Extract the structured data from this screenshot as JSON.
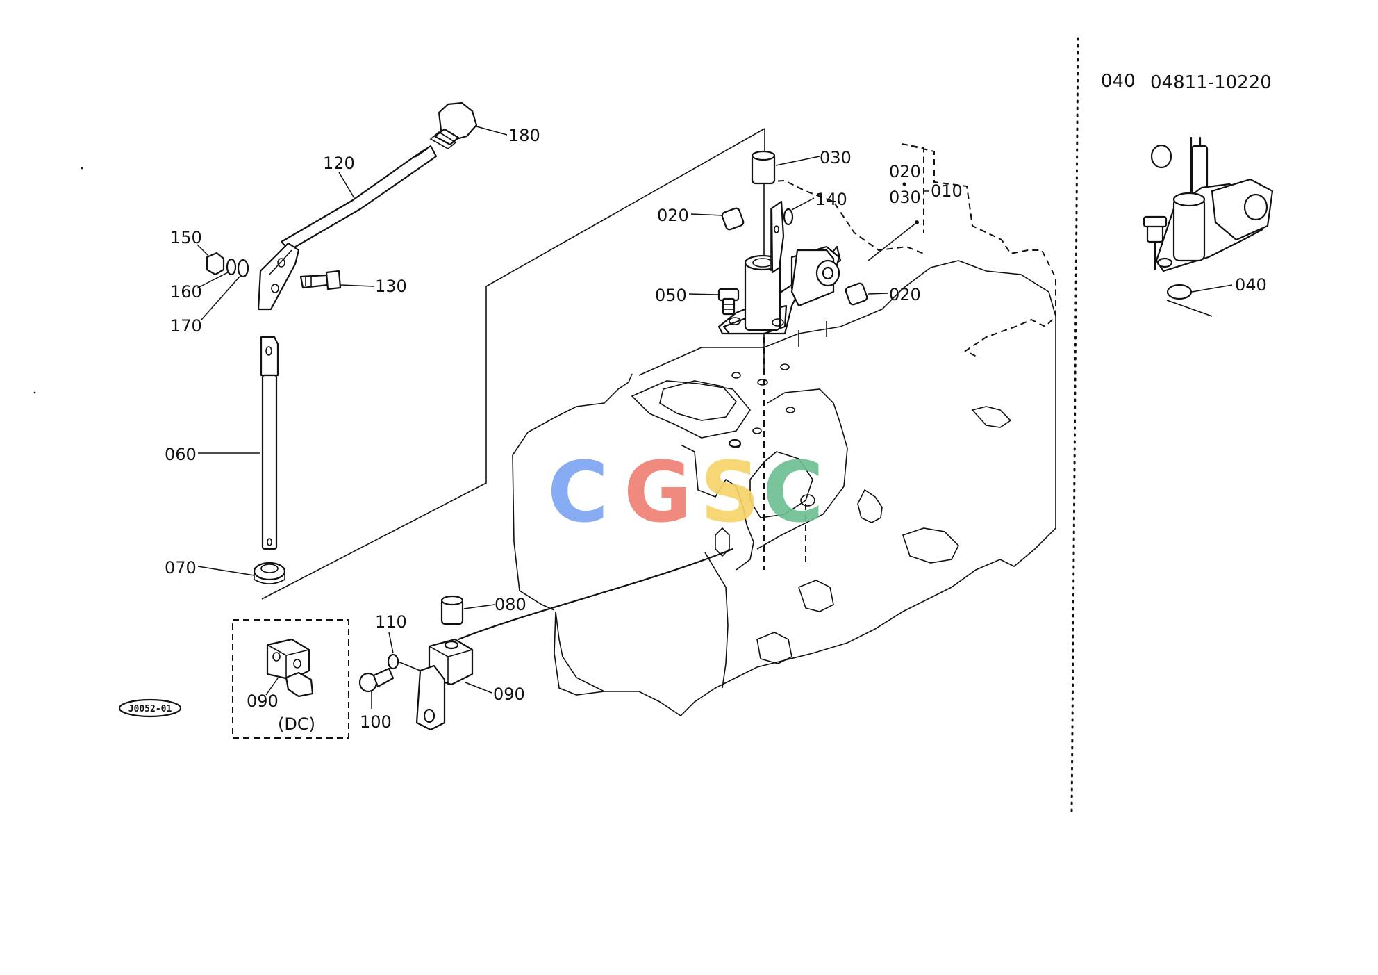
{
  "callouts": {
    "c180": "180",
    "c120": "120",
    "c150": "150",
    "c160": "160",
    "c170": "170",
    "c130": "130",
    "c060": "060",
    "c070": "070",
    "c080": "080",
    "c110": "110",
    "c090a": "090",
    "c090b": "090",
    "c100": "100",
    "c030a": "030",
    "c140": "140",
    "c020a": "020",
    "c050": "050",
    "c020b": "020",
    "c020c": "020",
    "c030b": "030",
    "c010": "010",
    "c040": "040"
  },
  "dc_label": "(DC)",
  "drawing_stamp": "J0052-01",
  "header": {
    "ref": "040",
    "part_number": "04811-10220"
  },
  "watermark": {
    "letters": [
      "C",
      "G",
      "S",
      "C"
    ],
    "colors": [
      "#7ea6f2",
      "#ef7f74",
      "#f6d36a",
      "#6fbf93"
    ]
  }
}
